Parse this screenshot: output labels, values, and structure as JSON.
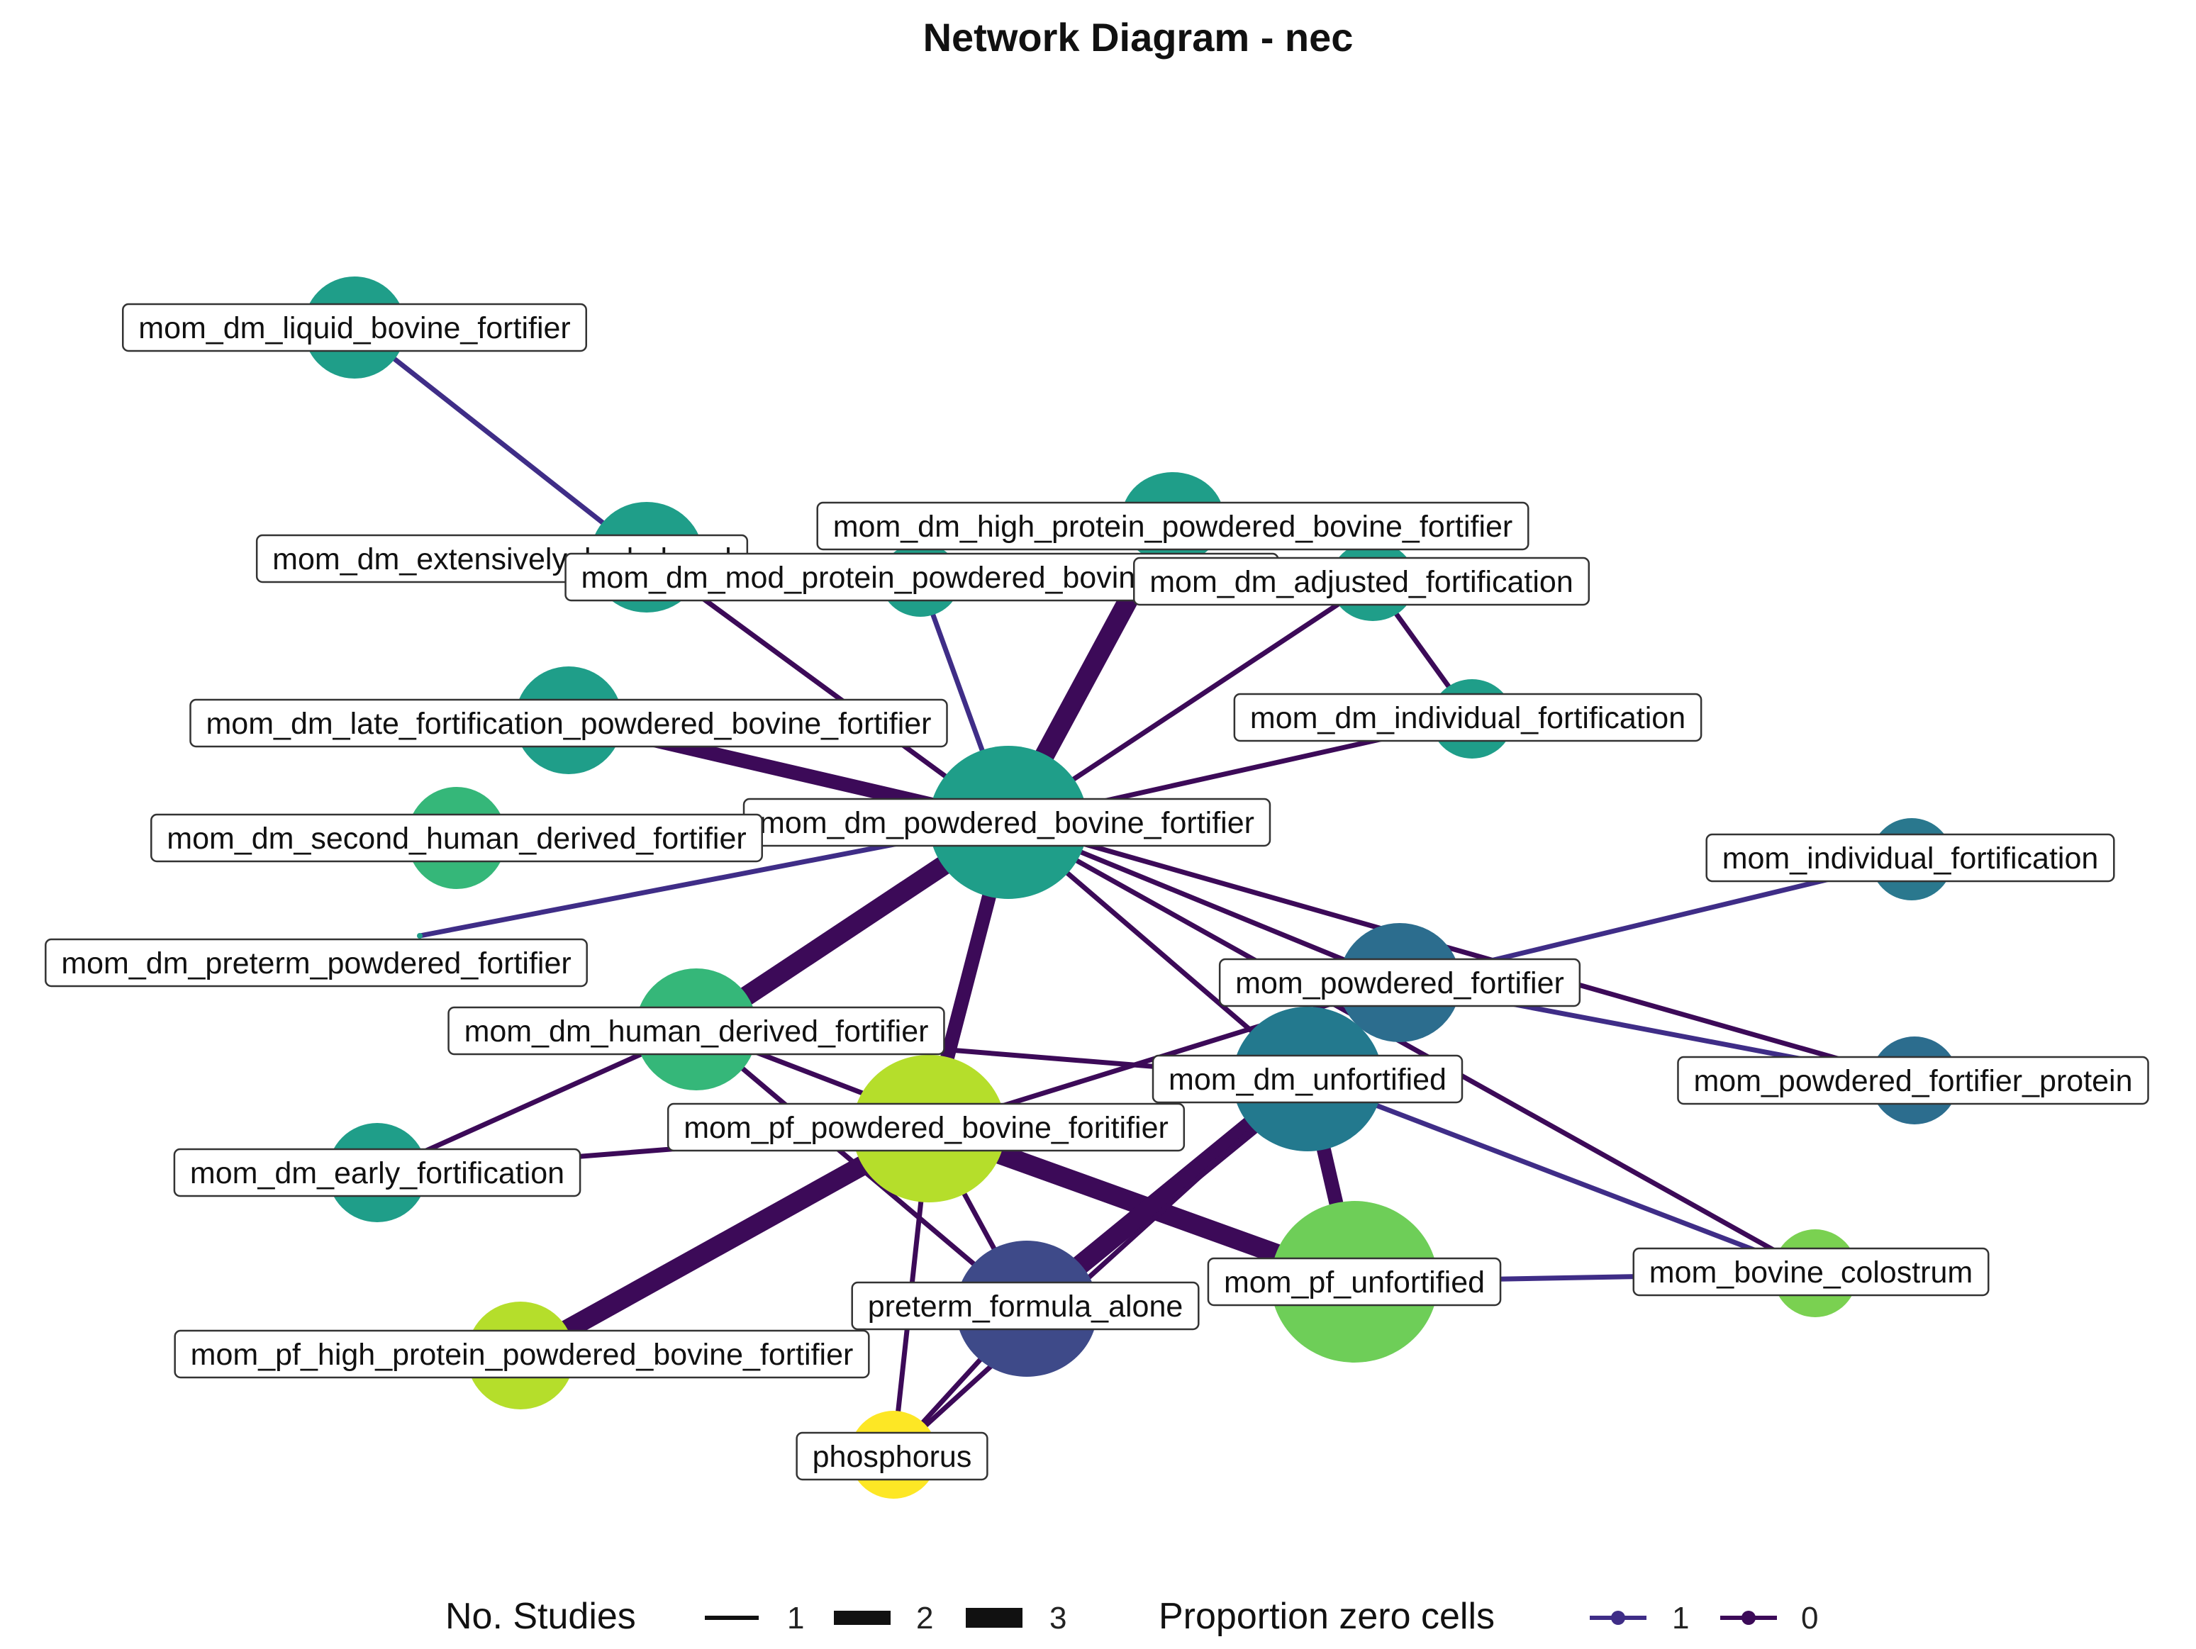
{
  "title": "Network Diagram - nec",
  "nodes": [
    {
      "id": "liquid",
      "label": "mom_dm_liquid_bovine_fortifier",
      "color": "#1f9e89"
    },
    {
      "id": "ext",
      "label": "mom_dm_extensively_hydrolyzed",
      "color": "#1f9e89"
    },
    {
      "id": "hp",
      "label": "mom_dm_high_protein_powdered_bovine_fortifier",
      "color": "#1f9e89"
    },
    {
      "id": "mod",
      "label": "mom_dm_mod_protein_powdered_bovine_fortifier",
      "color": "#1f9e89"
    },
    {
      "id": "adj",
      "label": "mom_dm_adjusted_fortification",
      "color": "#1f9e89"
    },
    {
      "id": "late",
      "label": "mom_dm_late_fortification_powdered_bovine_fortifier",
      "color": "#1f9e89"
    },
    {
      "id": "indiv_dm",
      "label": "mom_dm_individual_fortification",
      "color": "#1f9e89"
    },
    {
      "id": "pbf",
      "label": "mom_dm_powdered_bovine_fortifier",
      "color": "#1f9e89"
    },
    {
      "id": "second",
      "label": "mom_dm_second_human_derived_fortifier",
      "color": "#35b779"
    },
    {
      "id": "indiv",
      "label": "mom_individual_fortification",
      "color": "#2a788e"
    },
    {
      "id": "preterm_pf",
      "label": "mom_dm_preterm_powdered_fortifier",
      "color": "#1f9e89"
    },
    {
      "id": "mpf",
      "label": "mom_powdered_fortifier",
      "color": "#2c6d8e"
    },
    {
      "id": "hdf",
      "label": "mom_dm_human_derived_fortifier",
      "color": "#35b779"
    },
    {
      "id": "unfort",
      "label": "mom_dm_unfortified",
      "color": "#23798e"
    },
    {
      "id": "mpfp",
      "label": "mom_powdered_fortifier_protein",
      "color": "#2c6d8e"
    },
    {
      "id": "pfbf",
      "label": "mom_pf_powdered_bovine_foritifier",
      "color": "#b5de2b"
    },
    {
      "id": "early",
      "label": "mom_dm_early_fortification",
      "color": "#1f9e89"
    },
    {
      "id": "pf_unf",
      "label": "mom_pf_unfortified",
      "color": "#6ece58"
    },
    {
      "id": "colostrum",
      "label": "mom_bovine_colostrum",
      "color": "#7ad151"
    },
    {
      "id": "pfa",
      "label": "preterm_formula_alone",
      "color": "#3e4a89"
    },
    {
      "id": "pfhp",
      "label": "mom_pf_high_protein_powdered_bovine_fortifier",
      "color": "#b5de2b"
    },
    {
      "id": "phos",
      "label": "phosphorus",
      "color": "#fde725"
    }
  ],
  "edges": [
    {
      "source": "liquid",
      "target": "ext",
      "studies": 1,
      "proportion_zero": 1
    },
    {
      "source": "ext",
      "target": "pbf",
      "studies": 1,
      "proportion_zero": 0
    },
    {
      "source": "mod",
      "target": "pbf",
      "studies": 1,
      "proportion_zero": 1
    },
    {
      "source": "hp",
      "target": "pbf",
      "studies": 3,
      "proportion_zero": 0
    },
    {
      "source": "adj",
      "target": "pbf",
      "studies": 1,
      "proportion_zero": 0
    },
    {
      "source": "adj",
      "target": "indiv_dm",
      "studies": 1,
      "proportion_zero": 0
    },
    {
      "source": "indiv_dm",
      "target": "pbf",
      "studies": 1,
      "proportion_zero": 0
    },
    {
      "source": "late",
      "target": "pbf",
      "studies": 2,
      "proportion_zero": 0
    },
    {
      "source": "preterm_pf",
      "target": "pbf",
      "studies": 1,
      "proportion_zero": 1
    },
    {
      "source": "pbf",
      "target": "hdf",
      "studies": 3,
      "proportion_zero": 0
    },
    {
      "source": "pbf",
      "target": "pfbf",
      "studies": 2,
      "proportion_zero": 0
    },
    {
      "source": "pbf",
      "target": "mpf",
      "studies": 1,
      "proportion_zero": 0
    },
    {
      "source": "pbf",
      "target": "mpfp",
      "studies": 1,
      "proportion_zero": 0
    },
    {
      "source": "pbf",
      "target": "unfort",
      "studies": 1,
      "proportion_zero": 0
    },
    {
      "source": "pbf",
      "target": "colostrum",
      "studies": 1,
      "proportion_zero": 0
    },
    {
      "source": "mpf",
      "target": "indiv",
      "studies": 1,
      "proportion_zero": 1
    },
    {
      "source": "mpf",
      "target": "pfbf",
      "studies": 1,
      "proportion_zero": 0
    },
    {
      "source": "hdf",
      "target": "early",
      "studies": 1,
      "proportion_zero": 0
    },
    {
      "source": "hdf",
      "target": "pfa",
      "studies": 1,
      "proportion_zero": 0
    },
    {
      "source": "hdf",
      "target": "pf_unf",
      "studies": 1,
      "proportion_zero": 0
    },
    {
      "source": "hdf",
      "target": "unfort",
      "studies": 1,
      "proportion_zero": 0
    },
    {
      "source": "early",
      "target": "pfbf",
      "studies": 1,
      "proportion_zero": 0
    },
    {
      "source": "pfbf",
      "target": "pf_unf",
      "studies": 3,
      "proportion_zero": 0
    },
    {
      "source": "pfbf",
      "target": "pfhp",
      "studies": 3,
      "proportion_zero": 0
    },
    {
      "source": "pfbf",
      "target": "pfa",
      "studies": 1,
      "proportion_zero": 0
    },
    {
      "source": "pfbf",
      "target": "phos",
      "studies": 1,
      "proportion_zero": 0
    },
    {
      "source": "unfort",
      "target": "pf_unf",
      "studies": 2,
      "proportion_zero": 0
    },
    {
      "source": "unfort",
      "target": "pfa",
      "studies": 3,
      "proportion_zero": 0
    },
    {
      "source": "unfort",
      "target": "colostrum",
      "studies": 1,
      "proportion_zero": 1
    },
    {
      "source": "unfort",
      "target": "phos",
      "studies": 1,
      "proportion_zero": 0
    },
    {
      "source": "pfa",
      "target": "phos",
      "studies": 1,
      "proportion_zero": 0
    },
    {
      "source": "pf_unf",
      "target": "colostrum",
      "studies": 1,
      "proportion_zero": 1
    },
    {
      "source": "mpf",
      "target": "mpfp",
      "studies": 1,
      "proportion_zero": 1
    }
  ],
  "legend": {
    "studies_title": "No. Studies",
    "studies_items": [
      "1",
      "2",
      "3"
    ],
    "prop_title": "Proportion zero cells",
    "prop_items": [
      {
        "label": "1",
        "color": "#3f2d87"
      },
      {
        "label": "0",
        "color": "#3c0a58"
      }
    ]
  }
}
